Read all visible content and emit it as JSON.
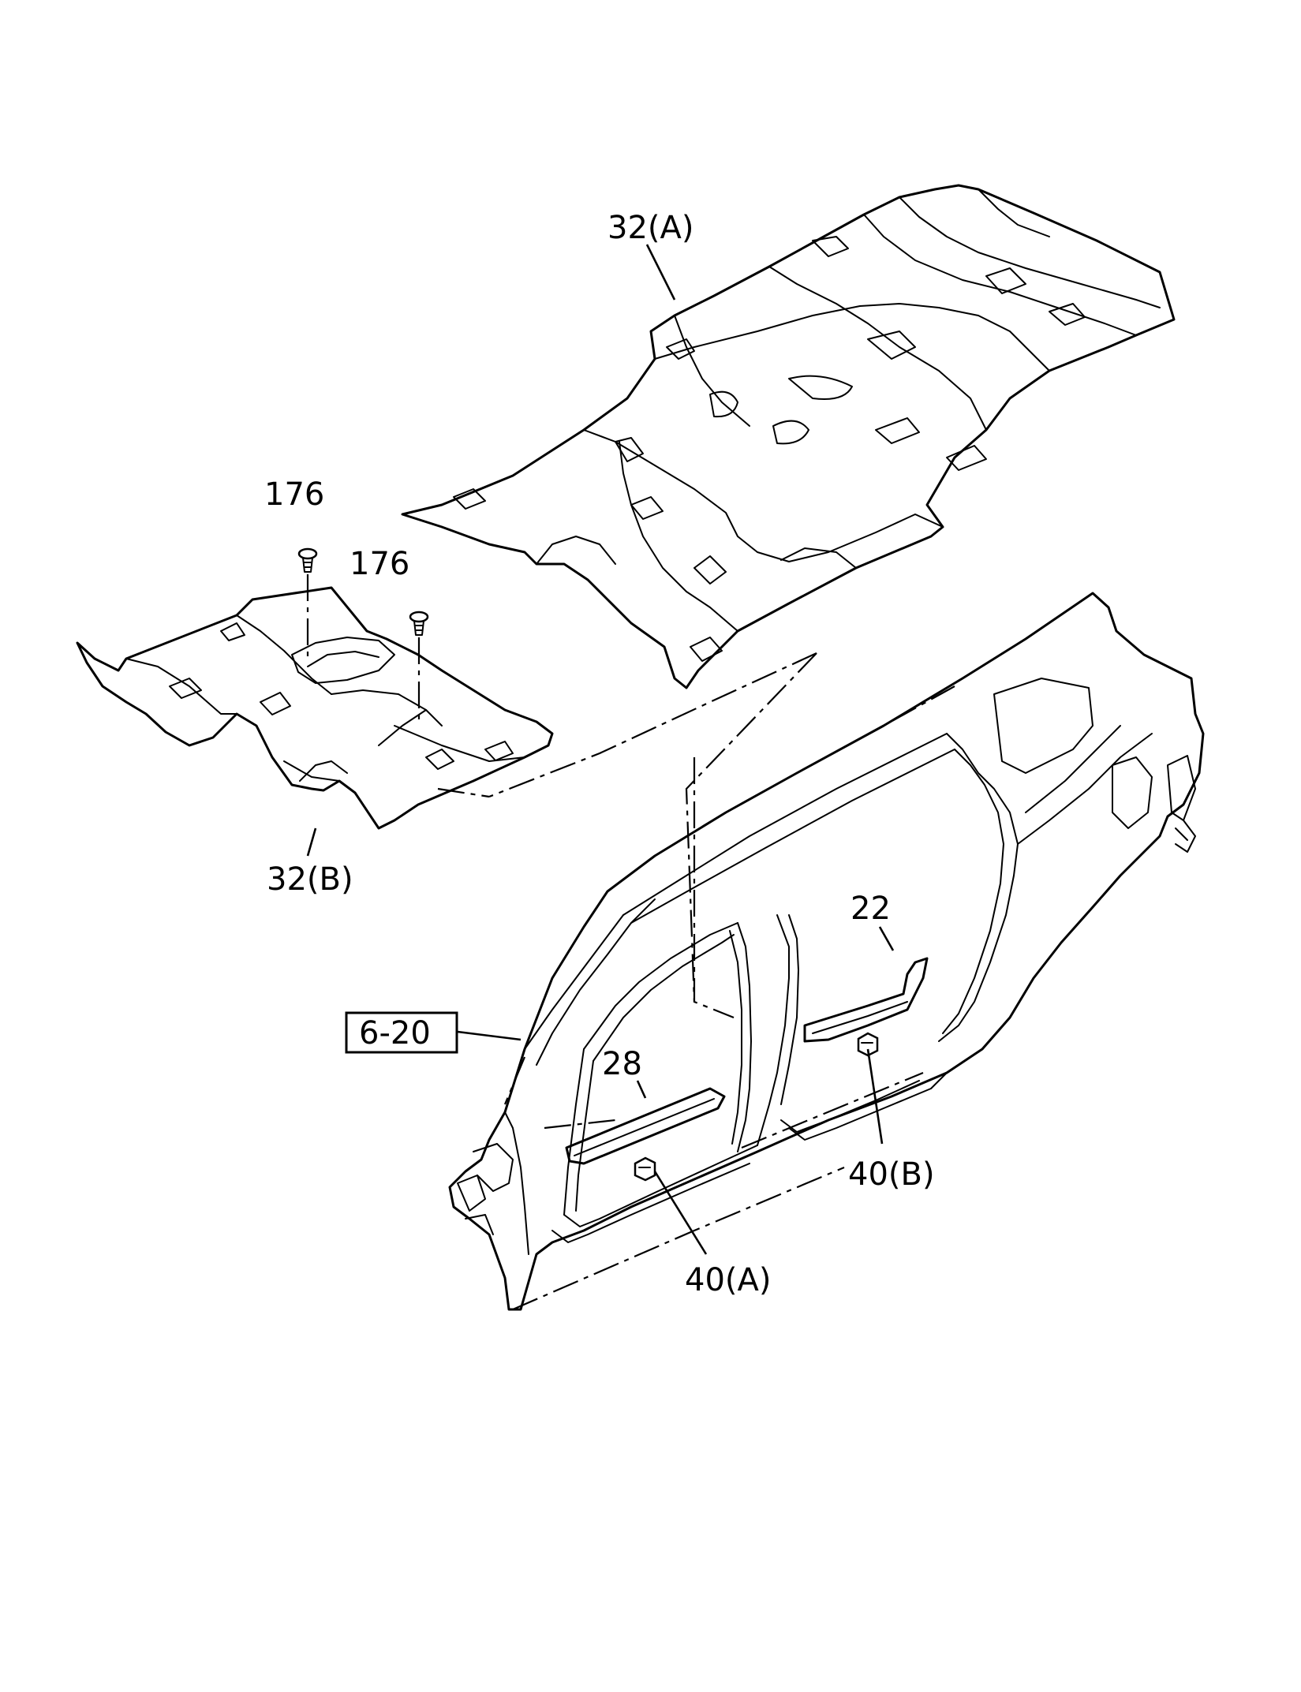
{
  "callouts": {
    "carpet_front": "32(A)",
    "carpet_rear": "32(B)",
    "screw_left": "176",
    "screw_right": "176",
    "scuff_rear": "22",
    "scuff_front": "28",
    "clip_front": "40(A)",
    "clip_rear": "40(B)",
    "section_ref": "6-20"
  },
  "colors": {
    "line": "#000000",
    "background": "#ffffff"
  }
}
